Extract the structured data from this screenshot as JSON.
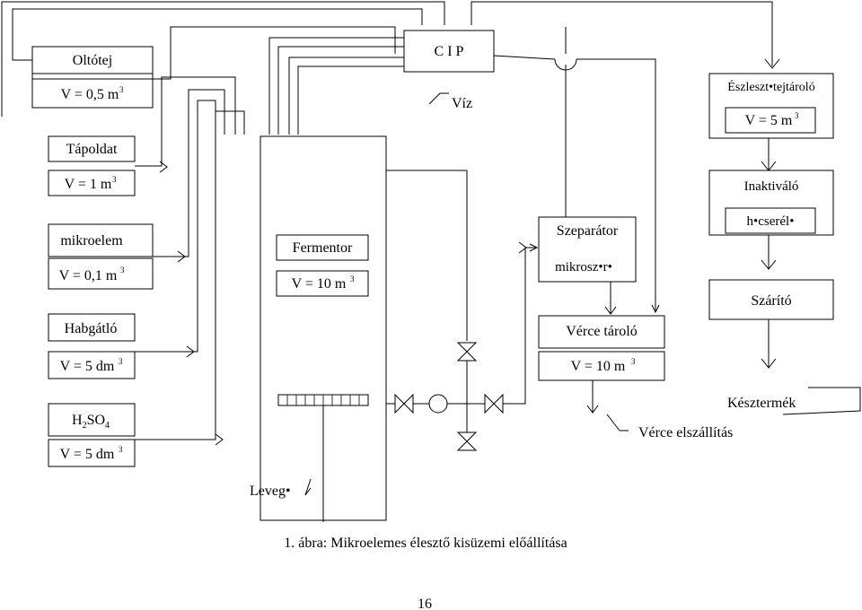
{
  "boxes": {
    "oltotej": {
      "name": "Oltótej",
      "volume": "V = 0,5 m",
      "unit_exp": "3"
    },
    "tapoldat": {
      "name": "Tápoldat",
      "volume": "V = 1 m",
      "unit_exp": "3"
    },
    "mikroelem": {
      "name": "mikroelem",
      "volume": "V = 0,1 m",
      "unit_exp": "3"
    },
    "habgatlo": {
      "name": "Habgátló",
      "volume": "V = 5 dm",
      "unit_exp": "3"
    },
    "h2so4": {
      "name_h": "H",
      "name_sub2": "2",
      "name_so": "SO",
      "name_sub4": "4",
      "volume": "V = 5 dm",
      "unit_exp": "3"
    },
    "cip": {
      "name": "C I P"
    },
    "fermentor": {
      "name": "Fermentor",
      "volume": "V = 10 m",
      "unit_exp": "3"
    },
    "szeparator": {
      "name": "Szeparátor",
      "sub": "mikrosz•r•"
    },
    "verce_tarolo": {
      "name": "Vérce tároló",
      "volume": "V = 10 m",
      "unit_exp": "3"
    },
    "eleszto_tarolo": {
      "name": "Észleszt•tejtároló",
      "volume": "V = 5 m",
      "unit_exp": "3"
    },
    "inaktivalo": {
      "name": "Inaktiváló",
      "sub": "h•cserél•"
    },
    "szarito": {
      "name": "Szárító"
    }
  },
  "labels": {
    "viz": "Víz",
    "levego": "Leveg•",
    "verce_elszallitas": "Vérce elszállítás",
    "keszternek": "Késztermék"
  },
  "caption": "1. ábra: Mikroelemes élesztő kisüzemi előállítása",
  "page_number": "16"
}
